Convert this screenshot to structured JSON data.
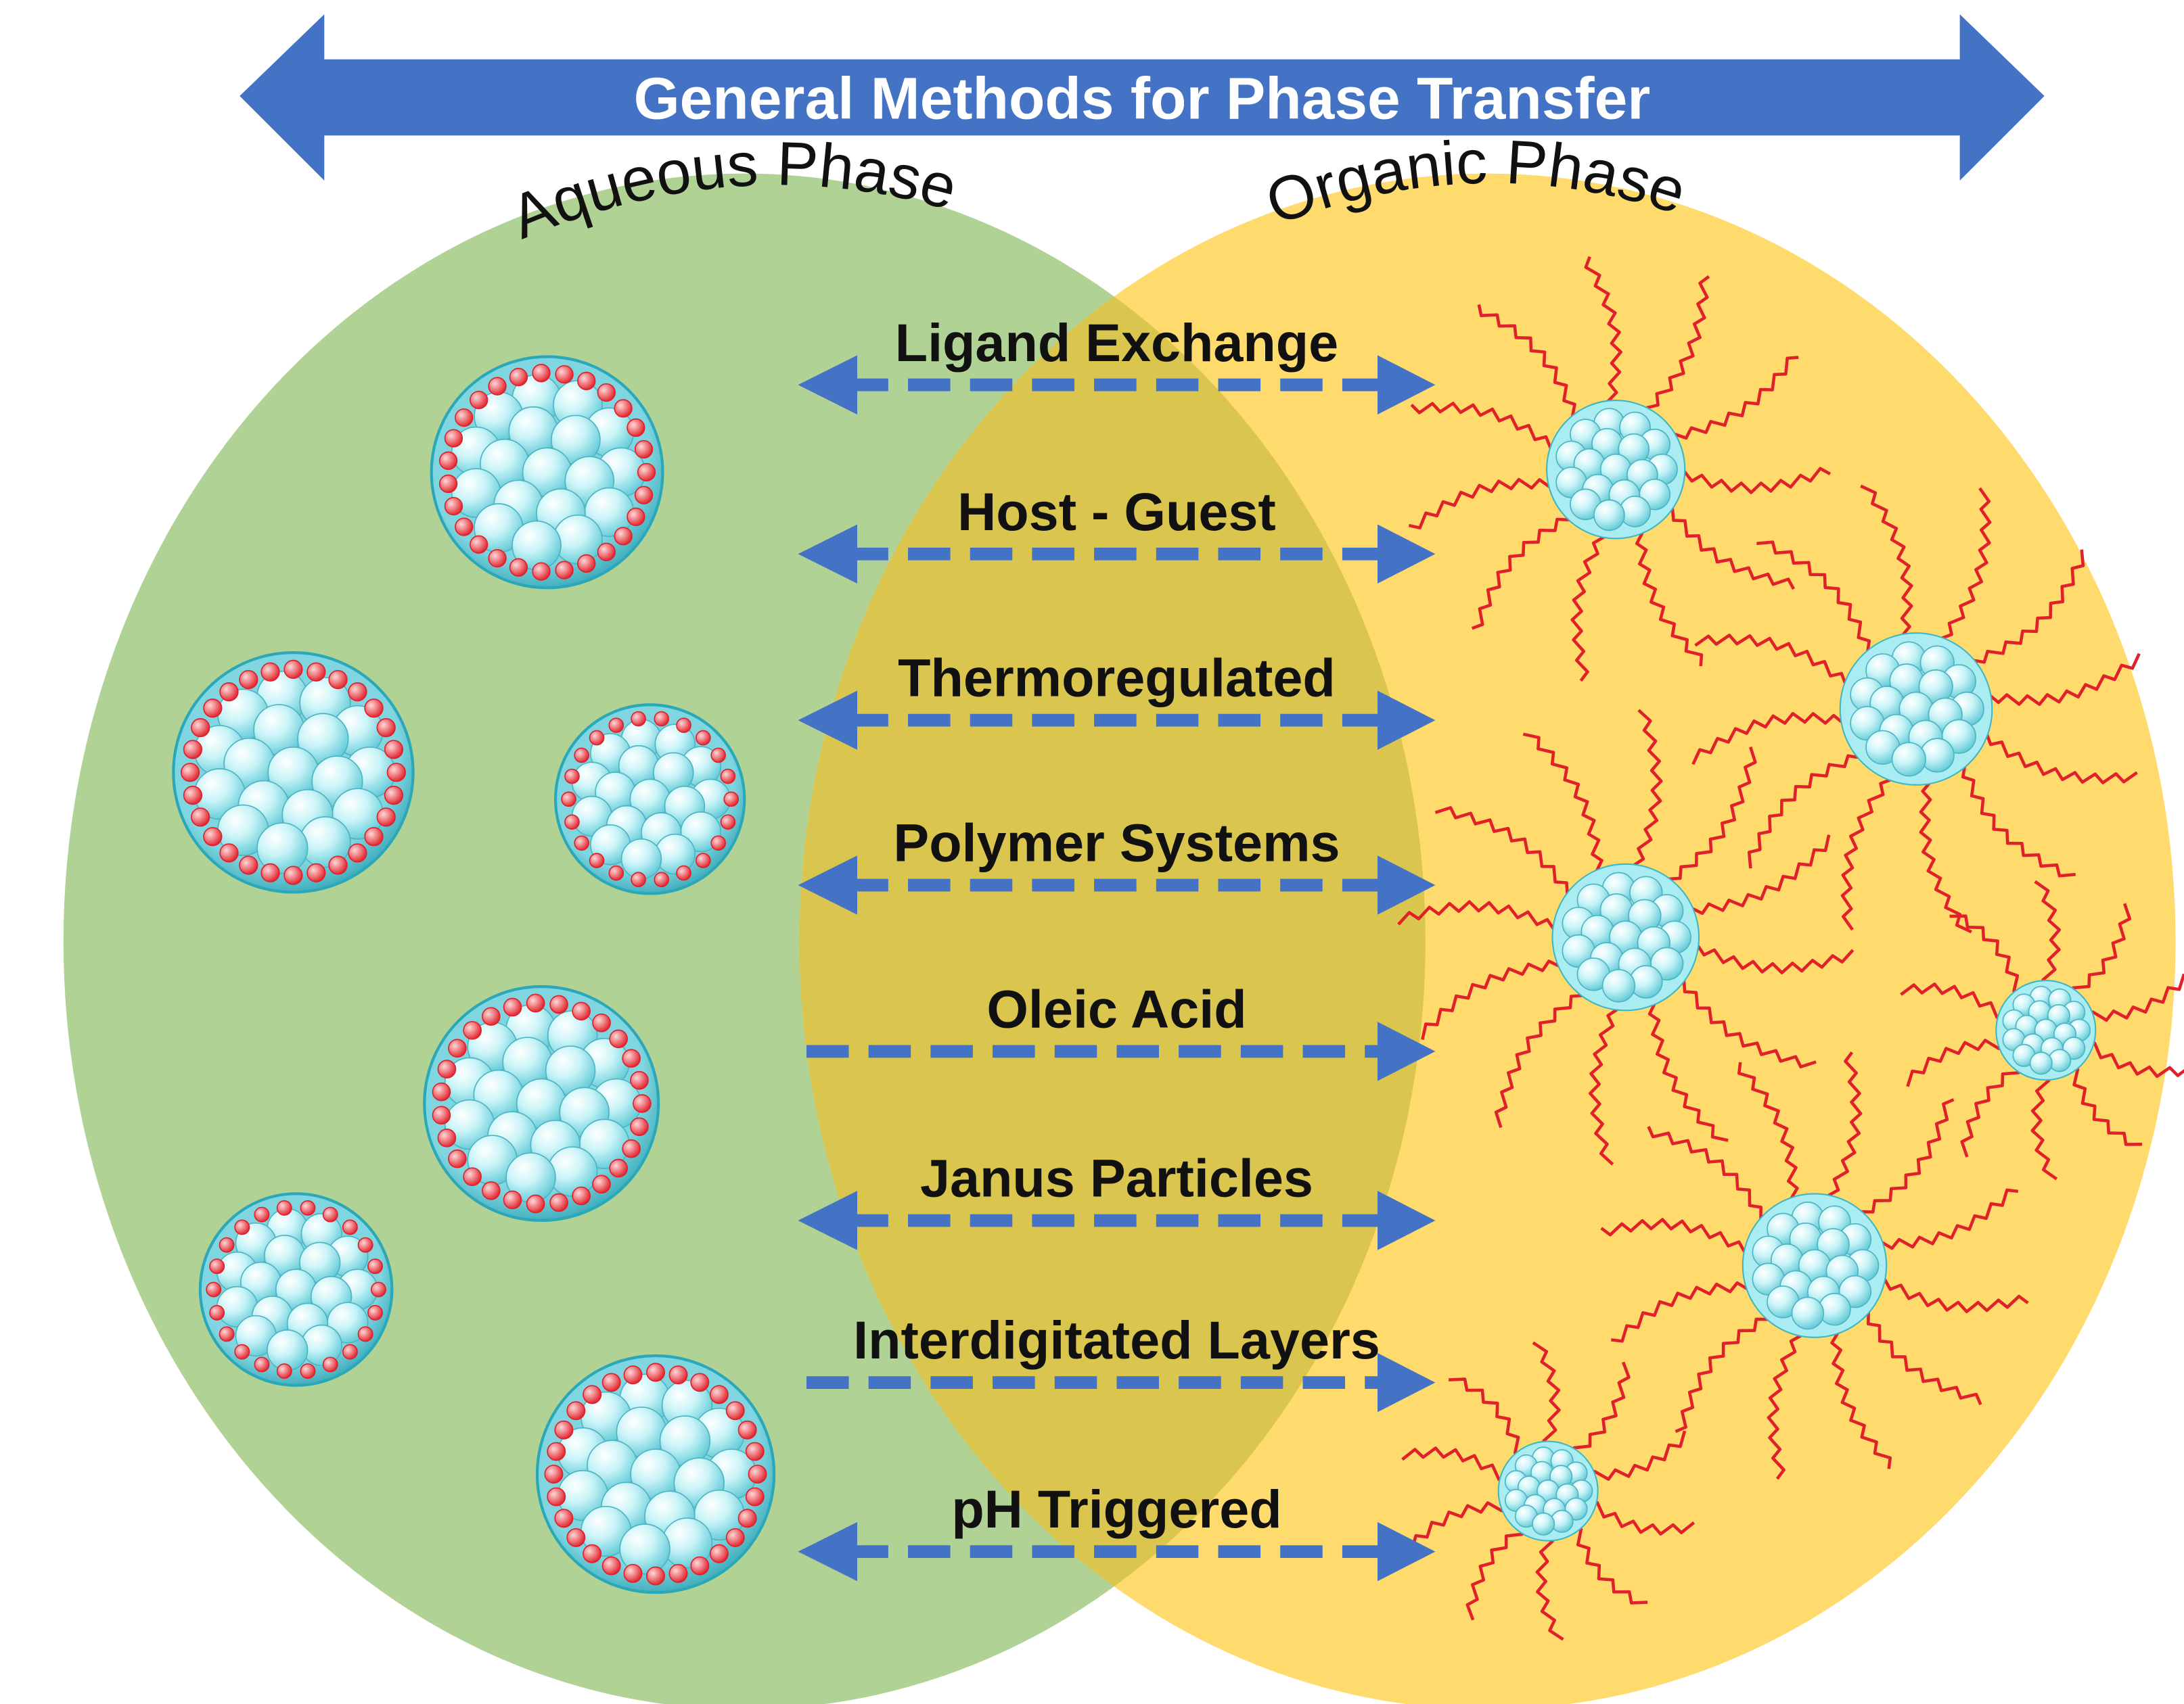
{
  "banner": {
    "title": "General Methods for Phase Transfer",
    "color": "#4472C4",
    "text_color": "#FFFFFF"
  },
  "phases": {
    "aqueous": {
      "label": "Aqueous Phase",
      "color": "#A9CD8A"
    },
    "organic": {
      "label": "Organic Phase",
      "color": "#FFD966"
    },
    "overlap_color": "#D4C24A"
  },
  "methods": [
    {
      "label": "Ligand Exchange",
      "direction": "both"
    },
    {
      "label": "Host - Guest",
      "direction": "both"
    },
    {
      "label": "Thermoregulated",
      "direction": "both"
    },
    {
      "label": "Polymer Systems",
      "direction": "both"
    },
    {
      "label": "Oleic Acid",
      "direction": "right"
    },
    {
      "label": "Janus Particles",
      "direction": "both"
    },
    {
      "label": "Interdigitated Layers",
      "direction": "right"
    },
    {
      "label": "pH Triggered",
      "direction": "both"
    }
  ],
  "arrow_color": "#4472C4",
  "particles": {
    "core_color": "#8FE3EC",
    "shell_color": "#2AA7B8",
    "ligand_color": "#E0202A",
    "aqueous_count": 6,
    "organic_count": 6
  }
}
